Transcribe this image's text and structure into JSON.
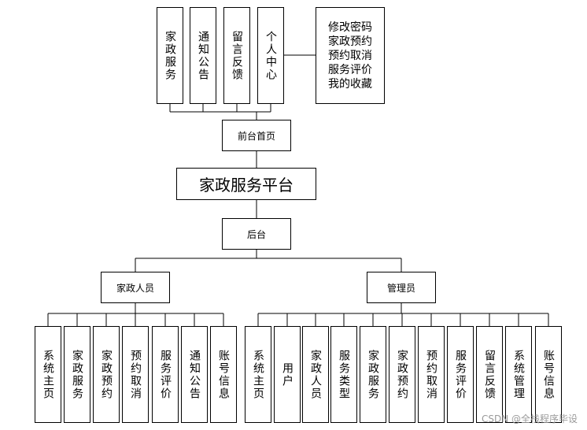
{
  "front_menu": [
    "家政服务",
    "通知公告",
    "留言反馈",
    "个人中心"
  ],
  "personal_center_menu": [
    "修改密码",
    "家政预约",
    "预约取消",
    "服务评价",
    "我的收藏"
  ],
  "front_home": "前台首页",
  "platform_title": "家政服务平台",
  "backend": "后台",
  "staff": {
    "label": "家政人员",
    "modules": [
      "系统主页",
      "家政服务",
      "家政预约",
      "预约取消",
      "服务评价",
      "通知公告",
      "账号信息"
    ]
  },
  "admin": {
    "label": "管理员",
    "modules": [
      "系统主页",
      "用户",
      "家政人员",
      "服务类型",
      "家政服务",
      "家政预约",
      "预约取消",
      "服务评价",
      "留言反馈",
      "系统管理",
      "账号信息"
    ]
  },
  "watermark": "CSDN @全栈程序毕设"
}
